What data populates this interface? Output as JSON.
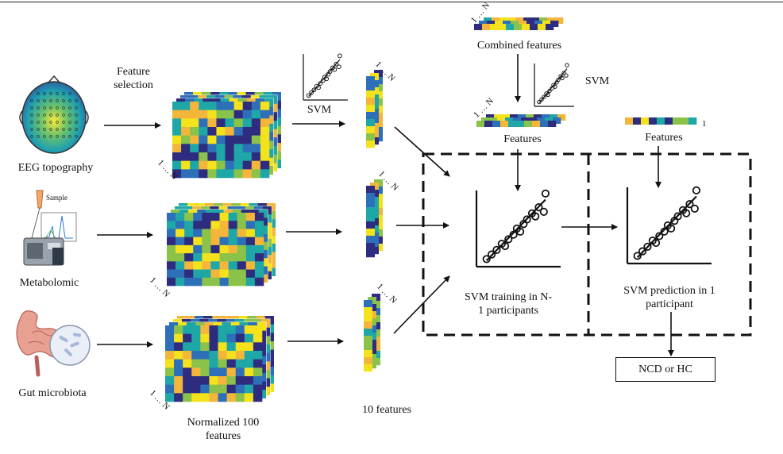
{
  "labels": {
    "feature_selection_1": "Feature",
    "feature_selection_2": "selection",
    "eeg": "EEG topography",
    "metabolomic": "Metabolomic",
    "gut": "Gut  microbiota",
    "sample": "Sample",
    "svm_small": "SVM",
    "normalized_1": "Normalized 100",
    "normalized_2": "features",
    "ten_features": "10 features",
    "combined": "Combined features",
    "svm_combined": "SVM",
    "features_left": "Features",
    "features_right": "Features",
    "one": "1",
    "train_1": "SVM training in N-",
    "train_2": "1 participants",
    "pred_1": "SVM prediction in 1",
    "pred_2": "participant",
    "result": "NCD or HC",
    "range": "1 … N"
  },
  "colors": {
    "navy": "#2e2c7e",
    "blue": "#2d6fb8",
    "teal": "#1fa7a8",
    "green": "#8bc24a",
    "yellow": "#f4e21d",
    "orange": "#f3b63a",
    "tan": "#c9a25c"
  }
}
